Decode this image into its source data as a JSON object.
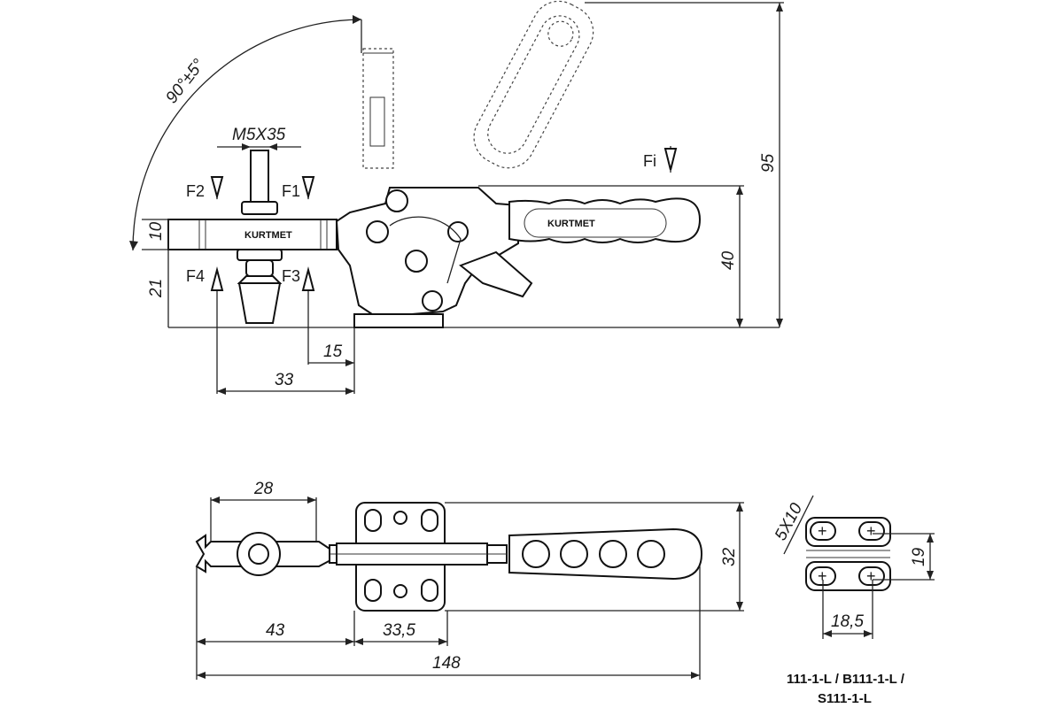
{
  "drawing": {
    "angle_label": "90°±5°",
    "bolt_label": "M5X35",
    "brand_label": "KURTMET",
    "forces": {
      "f1": "F1",
      "f2": "F2",
      "f3": "F3",
      "f4": "F4",
      "fi": "Fi"
    },
    "side_view_dims": {
      "d10": "10",
      "d21": "21",
      "d15": "15",
      "d33": "33",
      "d40": "40",
      "d95": "95"
    },
    "top_view_dims": {
      "d28": "28",
      "d43": "43",
      "d33_5": "33,5",
      "d148": "148",
      "d32": "32"
    },
    "base_view_dims": {
      "d5x10": "5X10",
      "d19": "19",
      "d18_5": "18,5"
    },
    "model_line1": "111-1-L / B111-1-L /",
    "model_line2": "S111-1-L"
  }
}
